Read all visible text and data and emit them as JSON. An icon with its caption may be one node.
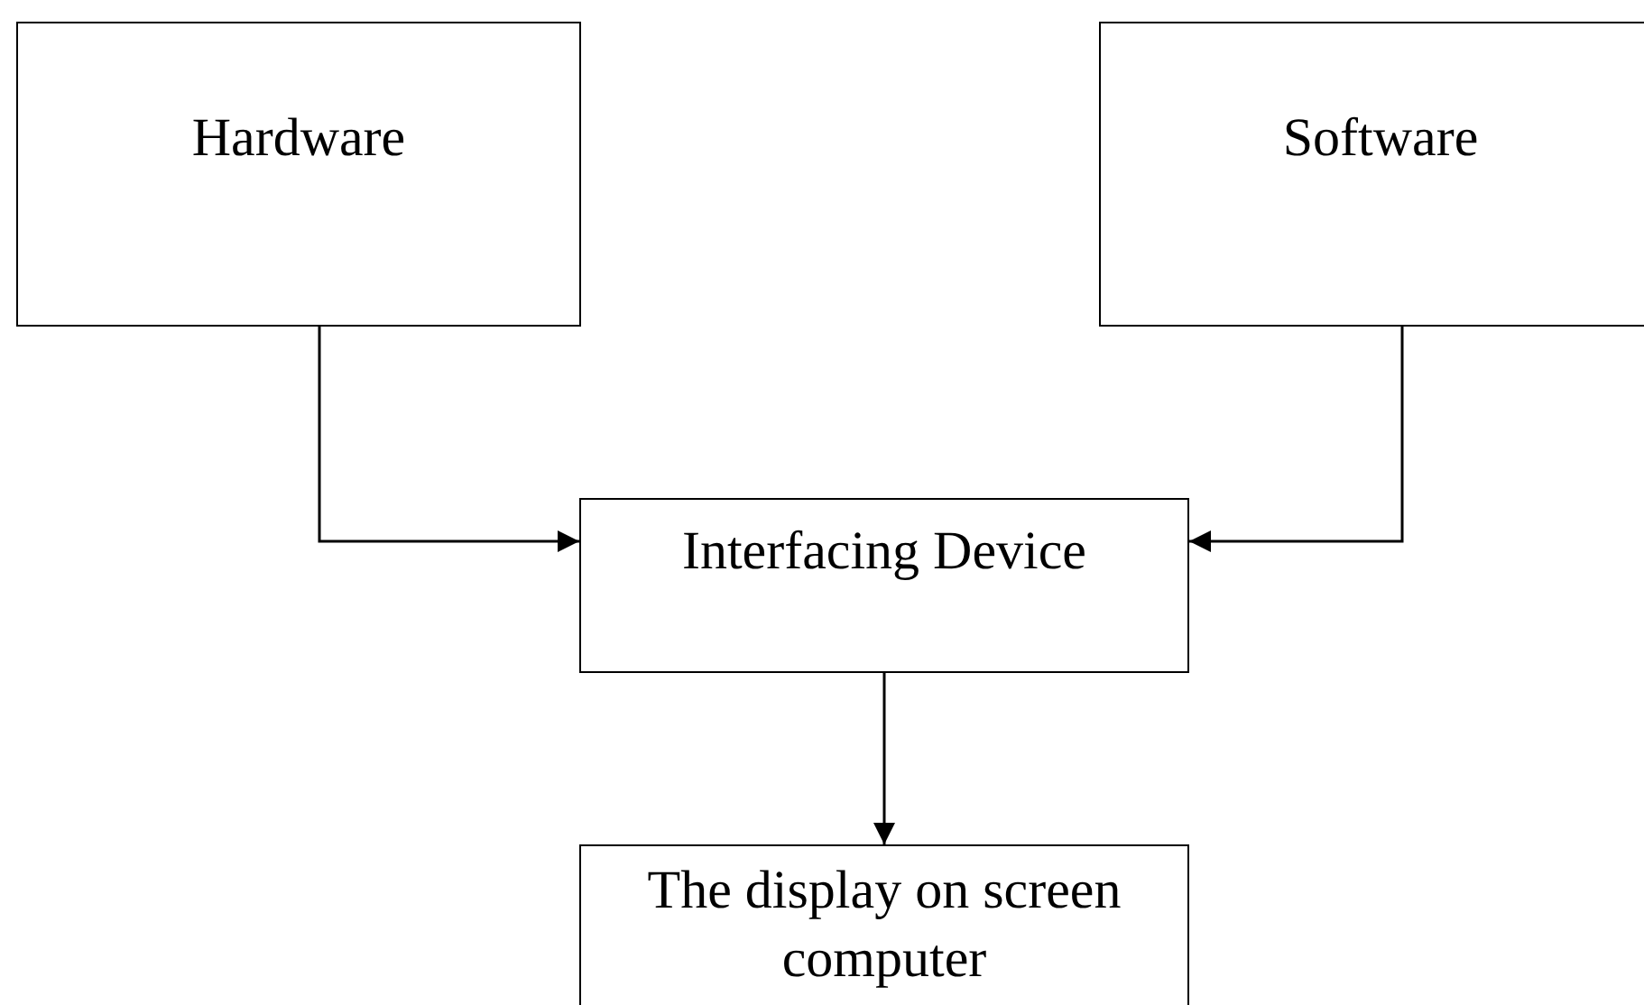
{
  "diagram": {
    "nodes": [
      {
        "text": [
          "Hardware"
        ]
      },
      {
        "text": [
          "Software"
        ]
      },
      {
        "text": [
          "Interfacing Device"
        ]
      },
      {
        "text": [
          "The display on screen computer"
        ]
      }
    ],
    "edges": [
      {
        "from": 0,
        "to": 2,
        "arrow": "to"
      },
      {
        "from": 1,
        "to": 2,
        "arrow": "to"
      },
      {
        "from": 2,
        "to": 3,
        "arrow": "to"
      }
    ]
  }
}
